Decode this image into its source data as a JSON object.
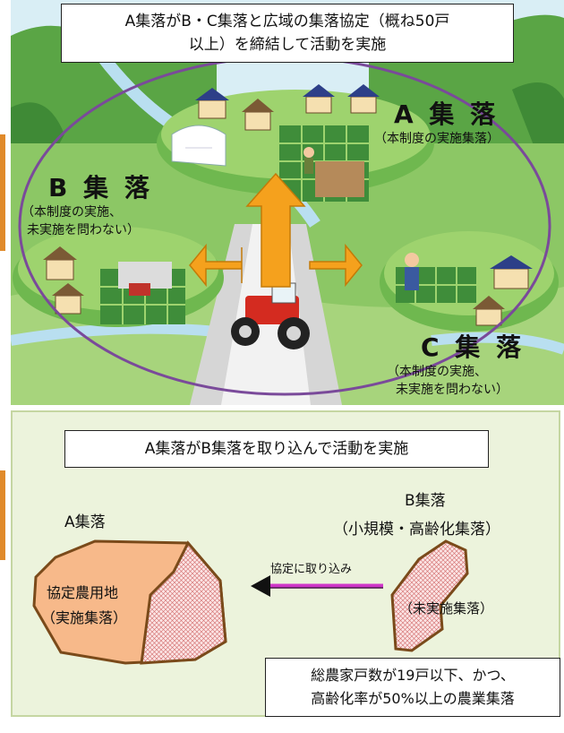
{
  "top": {
    "title_line1": "A集落がB・C集落と広域の集落協定（概ね50戸",
    "title_line2": "以上）を締結して活動を実施",
    "a_name": "A 集 落",
    "a_note": "（本制度の実施集落）",
    "b_name": "B 集 落",
    "b_note_line1": "（本制度の実施、",
    "b_note_line2": "未実施を問わない）",
    "c_name": "C 集 落",
    "c_note_line1": "（本制度の実施、",
    "c_note_line2": "未実施を問わない）"
  },
  "bottom": {
    "title": "A集落がB集落を取り込んで活動を実施",
    "a_label": "A集落",
    "b_label_line1": "B集落",
    "b_label_line2": "（小規模・高齢化集落）",
    "farmland_line1": "協定農用地",
    "farmland_line2": "（実施集落）",
    "arrow_label": "協定に取り込み",
    "unimplemented": "（未実施集落）",
    "note_line1": "総農家戸数が19戸以下、かつ、",
    "note_line2": "高齢化率が50%以上の農業集落"
  }
}
